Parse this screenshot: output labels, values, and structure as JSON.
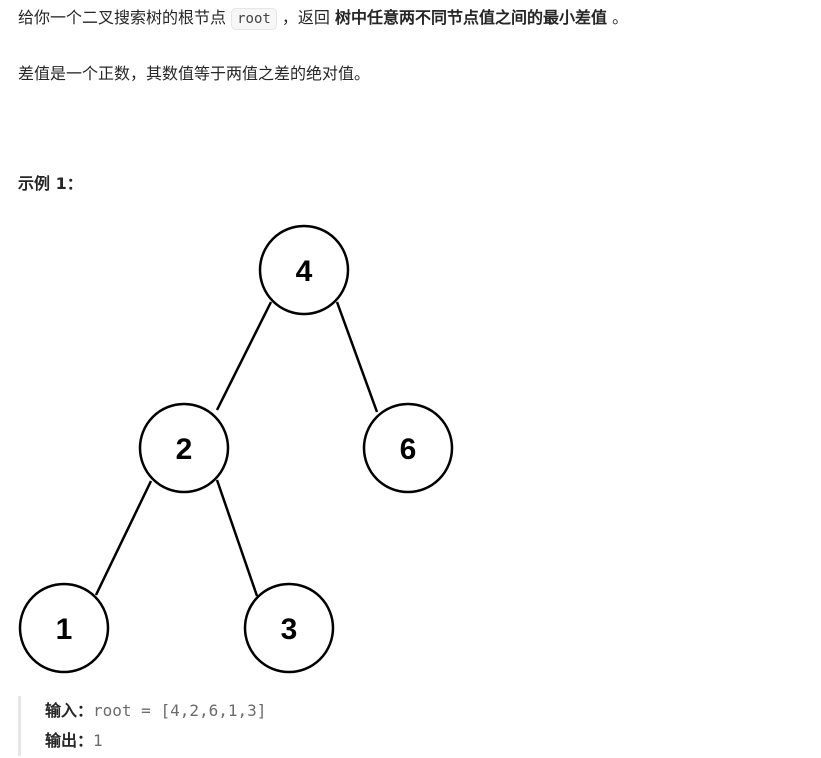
{
  "description": {
    "p1_prefix": "给你一个二叉搜索树的根节点 ",
    "p1_code": "root",
    "p1_mid": " ，返回 ",
    "p1_bold": "树中任意两不同节点值之间的最小差值",
    "p1_suffix": " 。",
    "p2": "差值是一个正数，其数值等于两值之差的绝对值。"
  },
  "example": {
    "heading": "示例 1：",
    "tree_nodes": [
      "4",
      "2",
      "6",
      "1",
      "3"
    ],
    "input_label": "输入：",
    "input_value": "root = [4,2,6,1,3]",
    "output_label": "输出：",
    "output_value": "1"
  }
}
